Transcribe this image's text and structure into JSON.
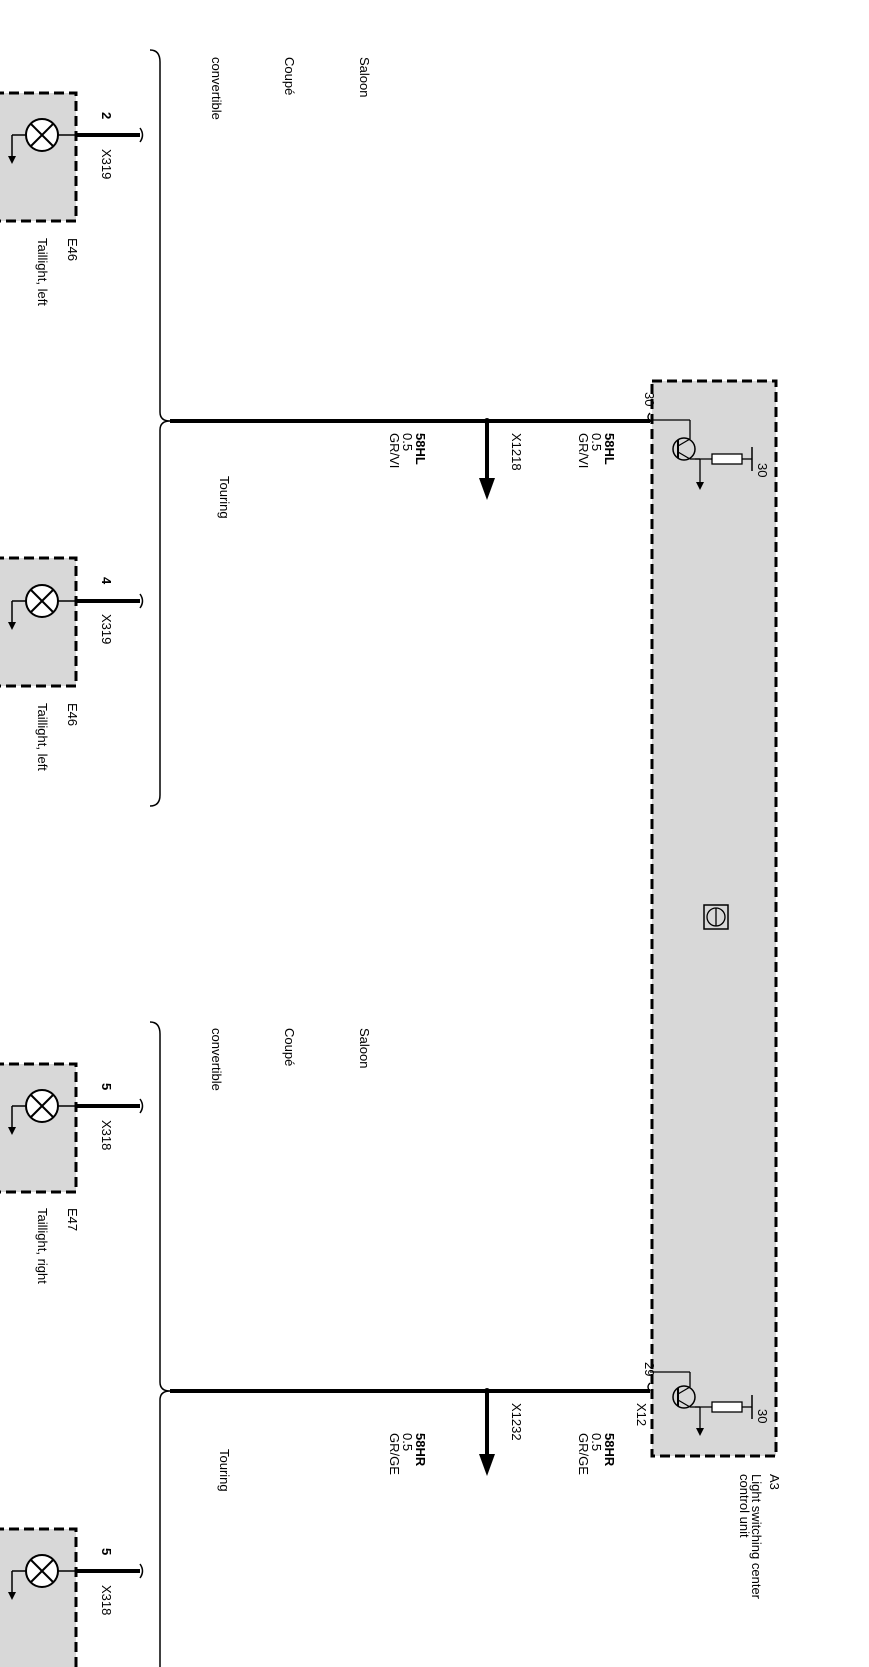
{
  "control_unit": {
    "id": "A3",
    "name_line1": "Light switching center",
    "name_line2": "control unit",
    "pin_left_internal": "30",
    "pin_right_internal": "30",
    "pin_left": "30",
    "pin_right": "29",
    "connector_right": "X12"
  },
  "wires": {
    "left": {
      "signal": "58HL",
      "size": "0.5",
      "color": "GR/VI",
      "splice": "X1218",
      "signal_lower": "58HL",
      "size_lower": "0.5",
      "color_lower": "GR/VI"
    },
    "right": {
      "signal": "58HR",
      "size": "0.5",
      "color": "GR/GE",
      "splice": "X1232",
      "signal_lower": "58HR",
      "size_lower": "0.5",
      "color_lower": "GR/GE"
    }
  },
  "variants": {
    "left_upper": [
      "Saloon",
      "Coupé",
      "convertible"
    ],
    "left_touring": "Touring",
    "right_upper": [
      "Saloon",
      "Coupé",
      "convertible"
    ],
    "right_touring": "Touring"
  },
  "lamps": [
    {
      "pin": "2",
      "connector": "X319",
      "id": "E46",
      "name": "Taillight, left"
    },
    {
      "pin": "4",
      "connector": "X319",
      "id": "E46",
      "name": "Taillight, left"
    },
    {
      "pin": "5",
      "connector": "X318",
      "id": "E47",
      "name": "Taillight, right"
    },
    {
      "pin": "5",
      "connector": "X318",
      "id": "",
      "name": ""
    }
  ]
}
